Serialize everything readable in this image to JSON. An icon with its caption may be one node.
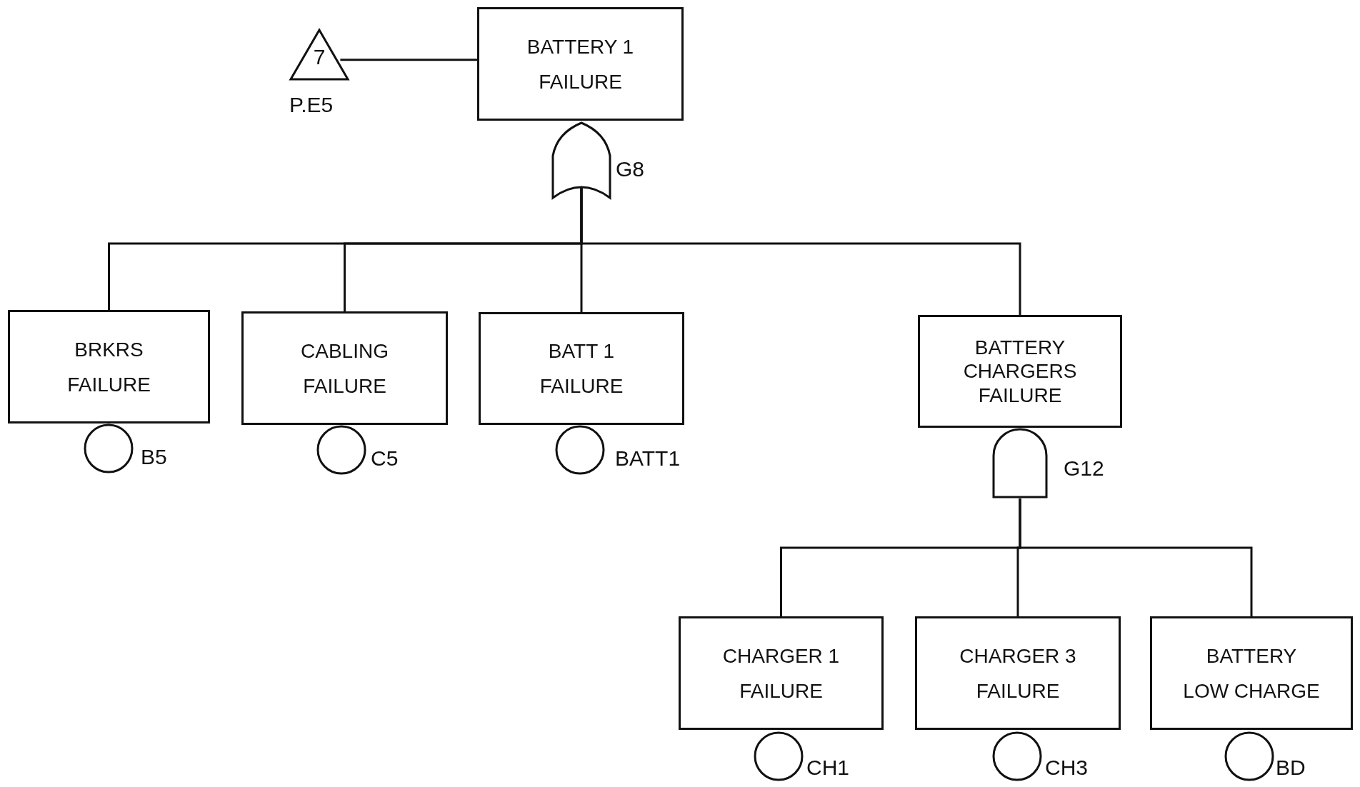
{
  "diagram": {
    "nodes": [
      {
        "text": [
          "BATTERY 1 FAILURE"
        ]
      },
      {
        "text": [
          "7"
        ],
        "beside": [
          "P.E5"
        ]
      },
      {
        "text": [],
        "shape": "or-gate",
        "beside": [
          "G8"
        ]
      },
      {
        "text": [
          "BRKRS FAILURE"
        ]
      },
      {
        "text": [
          "CABLING FAILURE"
        ]
      },
      {
        "text": [
          "BATT 1 FAILURE"
        ]
      },
      {
        "text": [
          "BATTERY CHARGERS FAILURE"
        ]
      },
      {
        "text": [],
        "shape": "circle",
        "beside": [
          "B5"
        ]
      },
      {
        "text": [],
        "shape": "circle",
        "beside": [
          "C5"
        ]
      },
      {
        "text": [],
        "shape": "circle",
        "beside": [
          "BATT1"
        ]
      },
      {
        "text": [],
        "shape": "and-gate",
        "beside": [
          "G12"
        ]
      },
      {
        "text": [
          "CHARGER 1 FAILURE"
        ]
      },
      {
        "text": [
          "CHARGER 3 FAILURE"
        ]
      },
      {
        "text": [
          "BATTERY LOW CHARGE"
        ]
      },
      {
        "text": [],
        "shape": "circle",
        "beside": [
          "CH1"
        ]
      },
      {
        "text": [],
        "shape": "circle",
        "beside": [
          "CH3"
        ]
      },
      {
        "text": [],
        "shape": "circle",
        "beside": [
          "BD"
        ]
      }
    ],
    "edges": [
      {
        "from": 1,
        "to": 0,
        "arrow": "none"
      },
      {
        "from": 2,
        "to": 3,
        "arrow": "none"
      },
      {
        "from": 2,
        "to": 4,
        "arrow": "none"
      },
      {
        "from": 2,
        "to": 5,
        "arrow": "none"
      },
      {
        "from": 2,
        "to": 6,
        "arrow": "none"
      },
      {
        "from": 10,
        "to": 11,
        "arrow": "none"
      },
      {
        "from": 10,
        "to": 12,
        "arrow": "none"
      },
      {
        "from": 10,
        "to": 13,
        "arrow": "none"
      }
    ]
  }
}
